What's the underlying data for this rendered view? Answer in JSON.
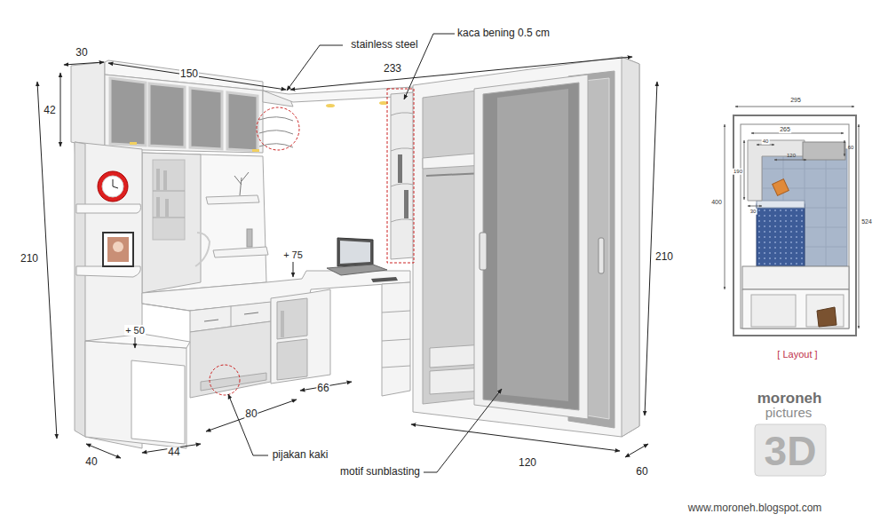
{
  "diagram": {
    "labels": [
      "30",
      "150",
      "233",
      "42",
      "210",
      "210",
      "stainless steel",
      "kaca bening 0.5 cm",
      "+ 75",
      "+ 50",
      "66",
      "80",
      "44",
      "40",
      "pijakan kaki",
      "motif sunblasting",
      "120",
      "60",
      "295",
      "265",
      "40",
      "60",
      "120",
      "190",
      "400",
      "524",
      "30",
      "[ Layout ]",
      "moroneh",
      "pictures",
      "3D",
      "www.moroneh.blogspot.com"
    ]
  }
}
